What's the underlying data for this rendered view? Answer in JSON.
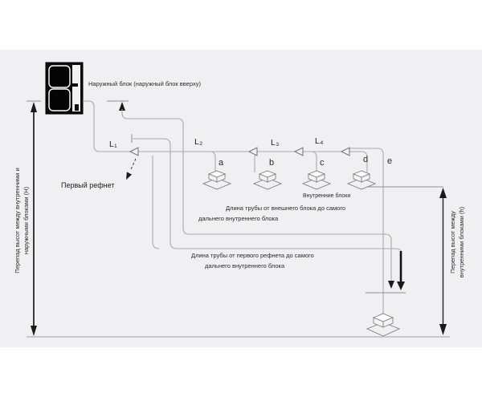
{
  "diagram": {
    "outdoor_unit_label": "Наружный блок (наружный блок вверху)",
    "first_refnet_label": "Первый рефнет",
    "indoor_units_label": "Внутренние блоки",
    "pipes": {
      "l1": "L₁",
      "l2": "L₂",
      "l3": "L₃",
      "l4": "L₄"
    },
    "units": {
      "a": "a",
      "b": "b",
      "c": "c",
      "d": "d",
      "e": "e"
    },
    "dimensions": {
      "outdoor_to_farthest_line1": "Длина трубы от внешнего блока до самого",
      "outdoor_to_farthest_line2": "дальнего внутреннего блока",
      "refnet_to_farthest_line1": "Длина трубы от первого рефнета до самого",
      "refnet_to_farthest_line2": "дальнего внутреннего блока",
      "height_outdoor_line1": "Перепад высот между внутренними и",
      "height_outdoor_line2": "наружными блоками (Н)",
      "height_indoor_line1": "Перепад высот между",
      "height_indoor_line2": "внутренними блоками (h)"
    },
    "colors": {
      "background": "#f0f0f2",
      "pipe": "#a8aaad",
      "dimension": "#1a1a1a",
      "text": "#2a2a2a"
    }
  }
}
